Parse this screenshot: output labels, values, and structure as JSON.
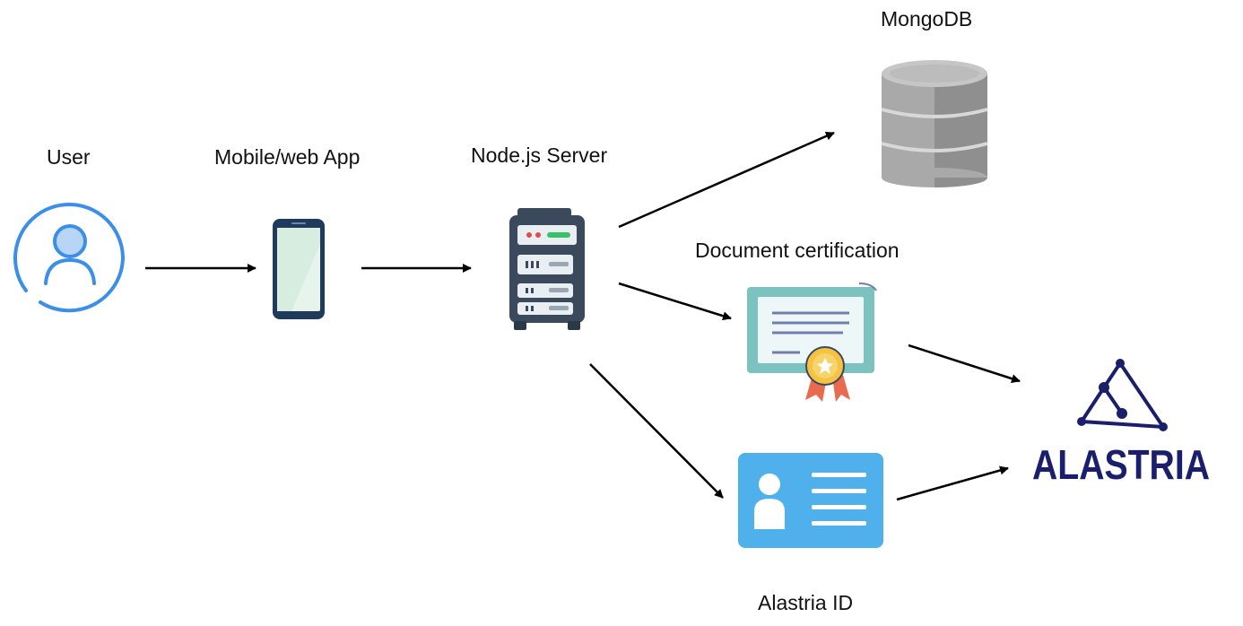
{
  "labels": {
    "user": "User",
    "app": "Mobile/web App",
    "server": "Node.js Server",
    "mongodb": "MongoDB",
    "certification": "Document certification",
    "alastria_id": "Alastria ID"
  },
  "logo": {
    "wordmark": "ALASTRIA"
  },
  "icons": {
    "user": "user-avatar-icon",
    "app": "smartphone-icon",
    "server": "server-rack-icon",
    "mongodb": "database-icon",
    "certification": "certificate-icon",
    "alastria_id": "id-card-icon",
    "alastria_logo": "alastria-network-logo"
  },
  "colors": {
    "user_blue": "#3b8fe8",
    "phone_navy": "#1f3a5a",
    "server_dark": "#3a4a5c",
    "db_gray": "#a8a8a8",
    "cert_teal": "#7cc3c0",
    "id_blue": "#4fb0ec",
    "alastria_navy": "#1b1f6b",
    "arrow": "#000000"
  }
}
